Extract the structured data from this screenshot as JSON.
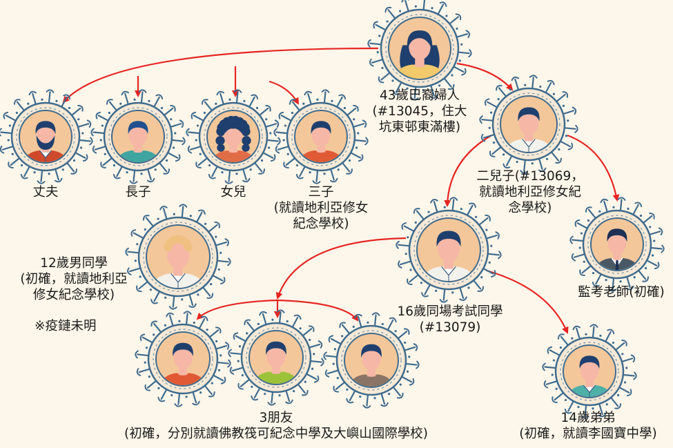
{
  "colors": {
    "background": "#fdf6ea",
    "arrow": "#e52421",
    "virus_spike": "#3f6b8d",
    "virus_ring": "#6c8faa",
    "virus_fill": "#f3c79a",
    "skin": "#f6b7a6"
  },
  "nodes": [
    {
      "id": "mother",
      "label_lines": [
        "43歲巴裔婦人",
        "(#13045，住大",
        "坑東邨東滿樓)"
      ],
      "hair": "female-long",
      "hair_color": "#1f3f6e",
      "shirt_color": "#f2c96b",
      "clothing": "top",
      "beard": false
    },
    {
      "id": "husband",
      "label_lines": [
        "丈夫"
      ],
      "hair": "short",
      "hair_color": "#1f3f6e",
      "shirt_color": "#cf4a2b",
      "clothing": "collar",
      "beard": true
    },
    {
      "id": "eldest-son",
      "label_lines": [
        "長子"
      ],
      "hair": "short",
      "hair_color": "#1f4f8f",
      "shirt_color": "#3fa5a0",
      "clothing": "tshirt",
      "beard": false
    },
    {
      "id": "daughter",
      "label_lines": [
        "女兒"
      ],
      "hair": "curly",
      "hair_color": "#1f3f6e",
      "shirt_color": "#e16d47",
      "clothing": "tshirt",
      "beard": false
    },
    {
      "id": "third-son",
      "label_lines": [
        "三子",
        "(就讀地利亞修女",
        "紀念學校)"
      ],
      "hair": "short",
      "hair_color": "#1f3f6e",
      "shirt_color": "#e05a35",
      "clothing": "tshirt",
      "beard": false
    },
    {
      "id": "second-son",
      "label_lines": [
        "二兒子(#13069，",
        "就讀地利亞修女紀",
        "念學校)"
      ],
      "hair": "short",
      "hair_color": "#1f3f6e",
      "shirt_color": "#f3f1ec",
      "clothing": "collar",
      "beard": false
    },
    {
      "id": "classmate-12",
      "label_lines": [
        "12歲男同學",
        "(初確，就讀地利亞",
        "修女紀念學校)"
      ],
      "hair": "wavy",
      "hair_color": "#f0c083",
      "shirt_color": "#f3f1ec",
      "clothing": "collar",
      "beard": false
    },
    {
      "id": "exam-classmate-16",
      "label_lines": [
        "16歲同場考試同學",
        "(#13079)"
      ],
      "hair": "short",
      "hair_color": "#1f3f6e",
      "shirt_color": "#f3f1ec",
      "clothing": "collar",
      "beard": false
    },
    {
      "id": "invigilator",
      "label_lines": [
        "監考老師(初確)"
      ],
      "hair": "short",
      "hair_color": "#1c2f55",
      "shirt_color": "#4a5866",
      "clothing": "suit",
      "beard": false
    },
    {
      "id": "friend-1",
      "label_lines": [],
      "hair": "short",
      "hair_color": "#1f3f6e",
      "shirt_color": "#e05a35",
      "clothing": "tshirt",
      "beard": false
    },
    {
      "id": "friend-2",
      "label_lines": [],
      "hair": "short",
      "hair_color": "#1f3f6e",
      "shirt_color": "#9cc23a",
      "clothing": "tshirt",
      "beard": false
    },
    {
      "id": "friend-3",
      "label_lines": [],
      "hair": "short",
      "hair_color": "#1f3f6e",
      "shirt_color": "#8a7465",
      "clothing": "tshirt",
      "beard": false
    },
    {
      "id": "younger-brother",
      "label_lines": [
        "14歲弟弟",
        "(初確，就讀李國寶中學)"
      ],
      "hair": "short",
      "hair_color": "#1f3f6e",
      "shirt_color": "#4eb0a8",
      "clothing": "collar",
      "beard": false
    }
  ],
  "group_label": [
    "3朋友",
    "(初確，分別就讀佛教筏可紀念中學及大嶼山國際學校)"
  ],
  "note": "※疫鏈未明",
  "edges": [
    {
      "from": "mother",
      "to": "husband"
    },
    {
      "from": "mother",
      "to": "eldest-son"
    },
    {
      "from": "mother",
      "to": "daughter"
    },
    {
      "from": "mother",
      "to": "third-son"
    },
    {
      "from": "mother",
      "to": "second-son"
    },
    {
      "from": "second-son",
      "to": "exam-classmate-16"
    },
    {
      "from": "second-son",
      "to": "invigilator"
    },
    {
      "from": "exam-classmate-16",
      "to": "friend-1"
    },
    {
      "from": "exam-classmate-16",
      "to": "friend-2"
    },
    {
      "from": "exam-classmate-16",
      "to": "friend-3"
    },
    {
      "from": "exam-classmate-16",
      "to": "younger-brother"
    }
  ]
}
